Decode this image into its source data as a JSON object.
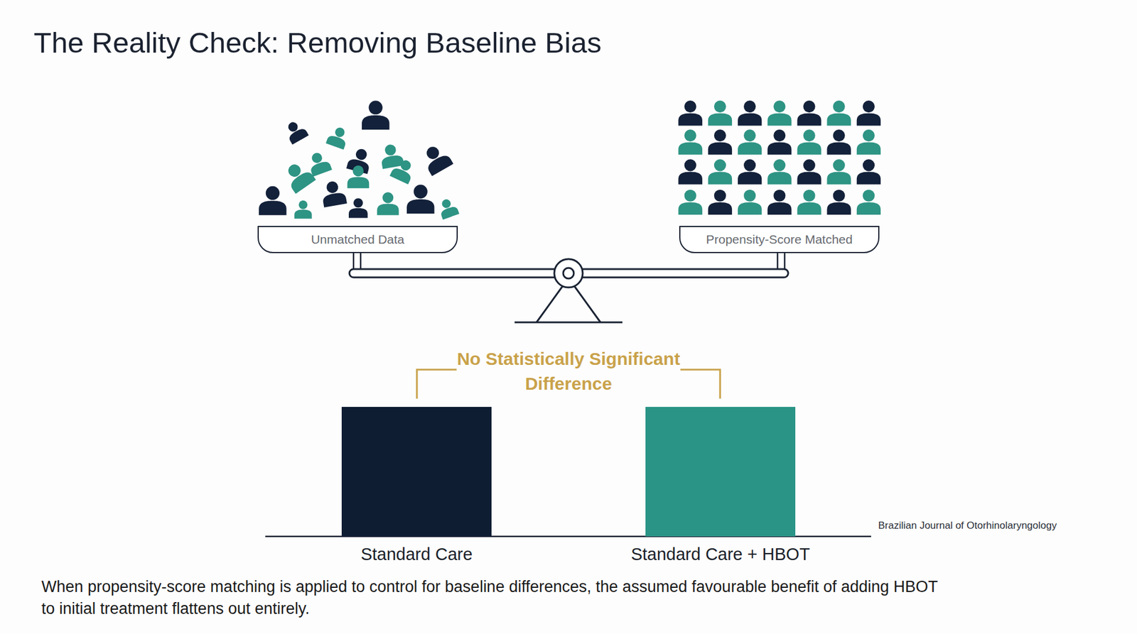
{
  "diagram": {
    "title": "The Reality Check: Removing Baseline Bias",
    "caption": "When propensity-score matching is applied to control for baseline differences, the assumed favourable benefit of adding HBOT to initial treatment flattens out entirely.",
    "nodes": [
      {
        "text": [
          "Unmatched Data"
        ]
      },
      {
        "text": [
          "Propensity-Score Matched"
        ]
      },
      {
        "text": [
          "Standard Care"
        ]
      },
      {
        "text": [
          "Standard Care + HBOT"
        ]
      }
    ],
    "labels": [
      "No Statistically Significant Difference",
      "Brazilian Journal of Otorhinolaryngology"
    ]
  }
}
